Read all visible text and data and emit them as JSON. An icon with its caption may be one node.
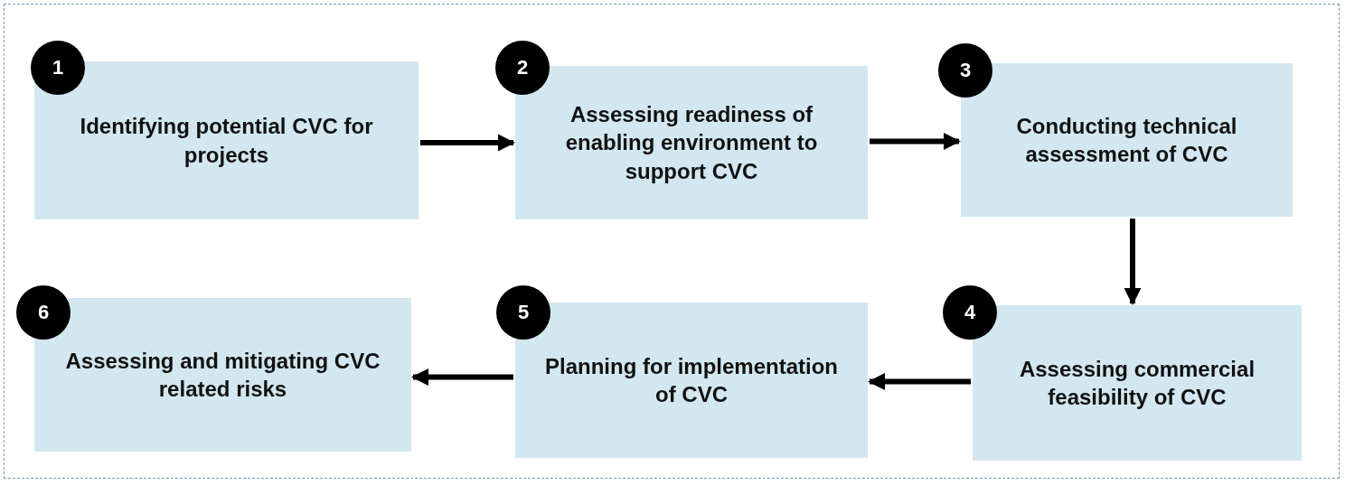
{
  "diagram": {
    "nodes": [
      {
        "text": [
          "1"
        ]
      },
      {
        "text": [
          "Identifying potential CVC for projects"
        ]
      },
      {
        "text": [
          "2"
        ]
      },
      {
        "text": [
          "Assessing readiness of enabling environment to support CVC"
        ]
      },
      {
        "text": [
          "3"
        ]
      },
      {
        "text": [
          "Conducting technical assessment of CVC"
        ]
      },
      {
        "text": [
          "4"
        ]
      },
      {
        "text": [
          "Assessing commercial feasibility of CVC"
        ]
      },
      {
        "text": [
          "5"
        ]
      },
      {
        "text": [
          "Planning for implementation of CVC"
        ]
      },
      {
        "text": [
          "6"
        ]
      },
      {
        "text": [
          "Assessing and mitigating CVC related risks"
        ]
      }
    ],
    "edges": [
      {
        "from": 1,
        "to": 3,
        "arrow": "to"
      },
      {
        "from": 3,
        "to": 5,
        "arrow": "to"
      },
      {
        "from": 5,
        "to": 7,
        "arrow": "to"
      },
      {
        "from": 7,
        "to": 9,
        "arrow": "to"
      },
      {
        "from": 9,
        "to": 11,
        "arrow": "to"
      }
    ]
  }
}
